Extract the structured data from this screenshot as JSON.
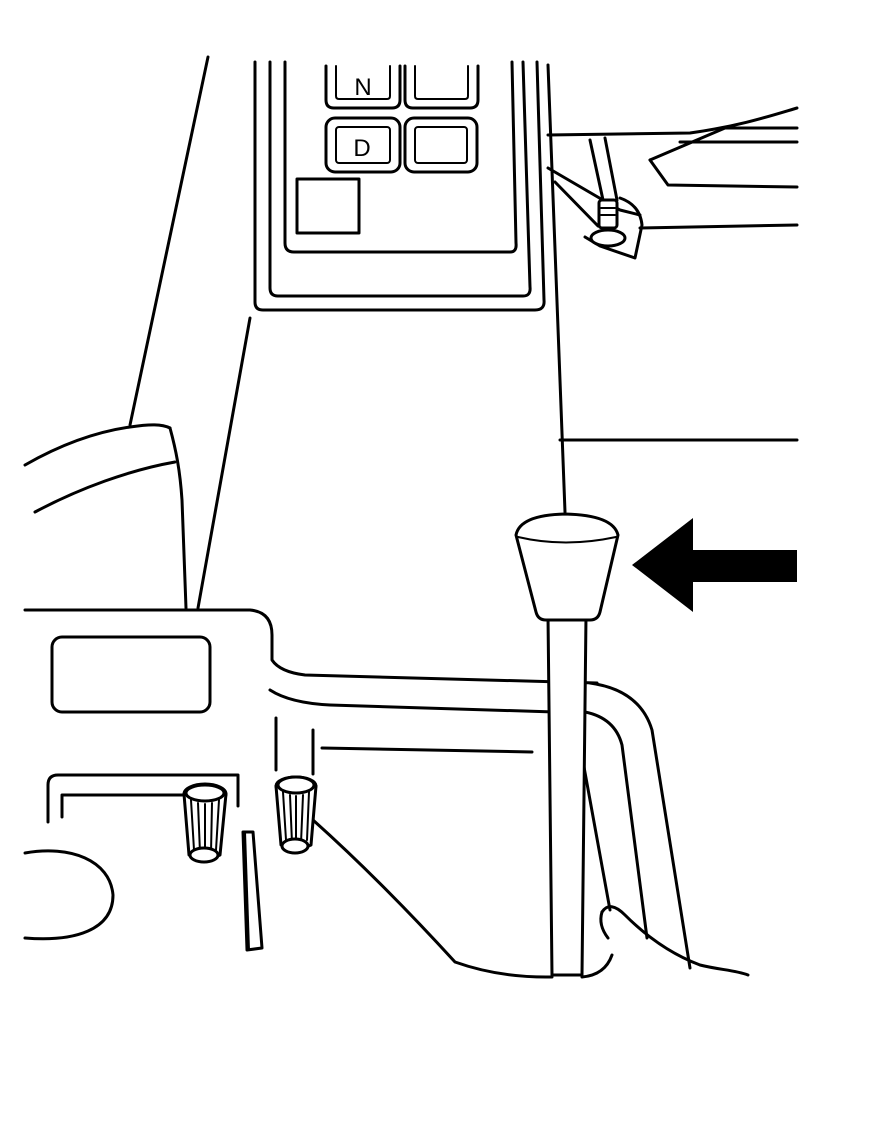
{
  "shifter_panel": {
    "gear_positions": [
      {
        "id": "neutral",
        "label": "N"
      },
      {
        "id": "drive",
        "label": "D"
      }
    ]
  },
  "callout": {
    "icon": "left-arrow-icon",
    "target": "shift-lever-knob"
  },
  "colors": {
    "line": "#000000",
    "background": "#ffffff"
  }
}
